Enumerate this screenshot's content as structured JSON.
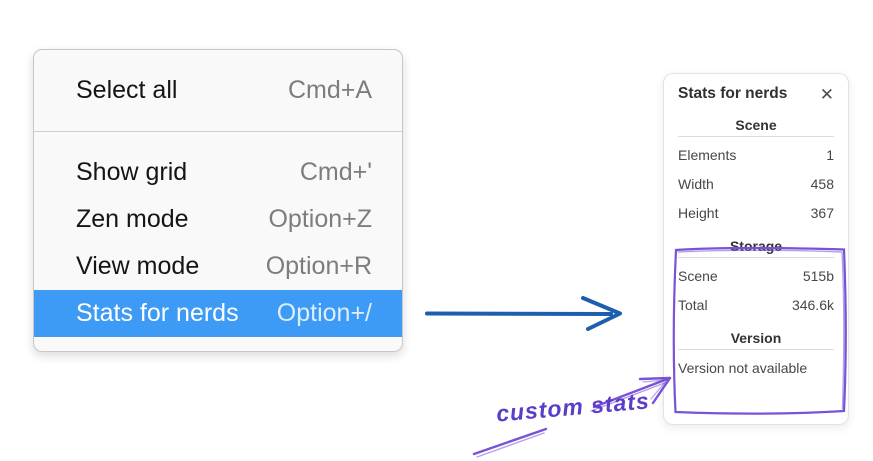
{
  "context_menu": {
    "sections": [
      {
        "items": [
          {
            "label": "Select all",
            "shortcut": "Cmd+A",
            "highlighted": false
          }
        ]
      },
      {
        "items": [
          {
            "label": "Show grid",
            "shortcut": "Cmd+'",
            "highlighted": false
          },
          {
            "label": "Zen mode",
            "shortcut": "Option+Z",
            "highlighted": false
          },
          {
            "label": "View mode",
            "shortcut": "Option+R",
            "highlighted": false
          },
          {
            "label": "Stats for nerds",
            "shortcut": "Option+/",
            "highlighted": true
          }
        ]
      }
    ],
    "highlight_color": "#3d9bf5"
  },
  "stats_panel": {
    "title": "Stats for nerds",
    "close_icon": "✕",
    "sections": [
      {
        "header": "Scene",
        "rows": [
          {
            "label": "Elements",
            "value": "1"
          },
          {
            "label": "Width",
            "value": "458"
          },
          {
            "label": "Height",
            "value": "367"
          }
        ]
      },
      {
        "header": "Storage",
        "rows": [
          {
            "label": "Scene",
            "value": "515b"
          },
          {
            "label": "Total",
            "value": "346.6k"
          }
        ]
      },
      {
        "header": "Version",
        "rows": [],
        "note": "Version not available"
      }
    ]
  },
  "annotations": {
    "label": "custom stats",
    "flow_arrow_color": "#1d5fae",
    "sketch_color": "#7a52d6",
    "label_color": "#5b3dc9"
  }
}
